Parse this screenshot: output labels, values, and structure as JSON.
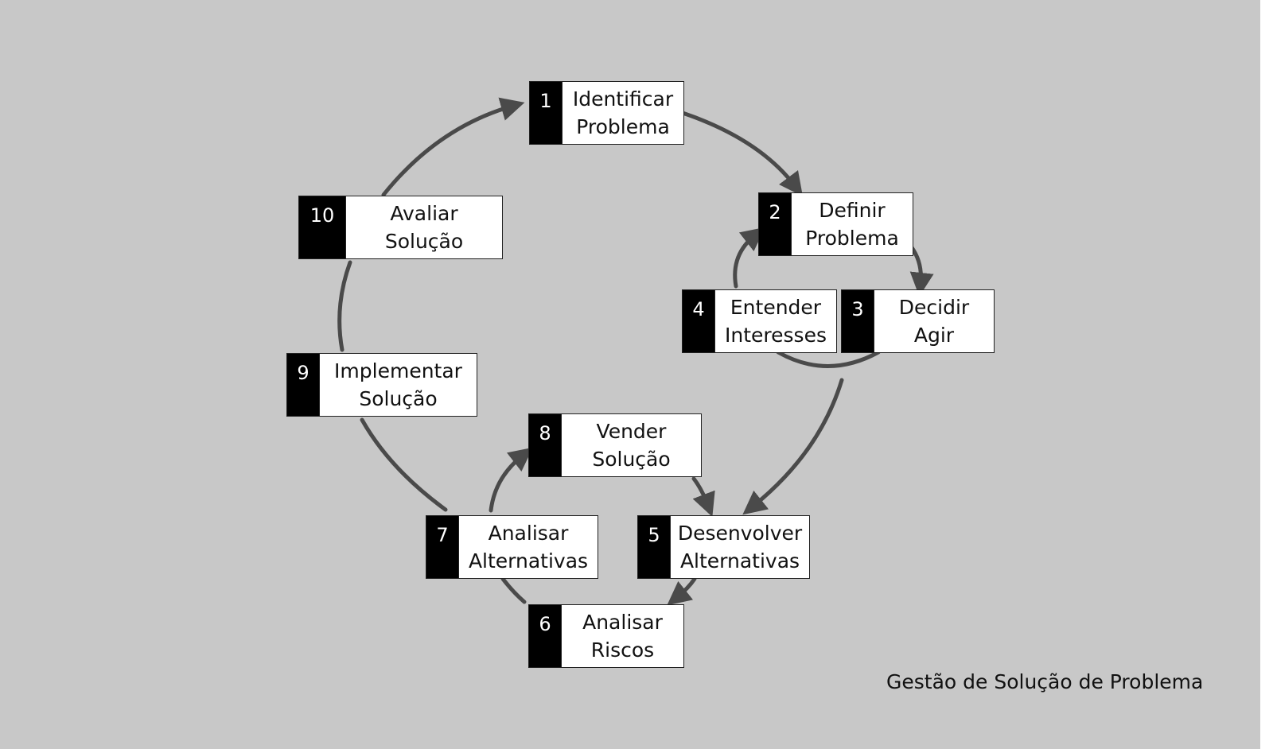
{
  "diagram": {
    "title": "Gestão de Solução de Problema",
    "background_color": "#c8c8c8",
    "arrow_color": "#4a4a4a",
    "steps": [
      {
        "num": "1",
        "line1": "Identificar",
        "line2": "Problema"
      },
      {
        "num": "2",
        "line1": "Definir",
        "line2": "Problema"
      },
      {
        "num": "3",
        "line1": "Decidir",
        "line2": "Agir"
      },
      {
        "num": "4",
        "line1": "Entender",
        "line2": "Interesses"
      },
      {
        "num": "5",
        "line1": "Desenvolver",
        "line2": "Alternativas"
      },
      {
        "num": "6",
        "line1": "Analisar",
        "line2": "Riscos"
      },
      {
        "num": "7",
        "line1": "Analisar",
        "line2": "Alternativas"
      },
      {
        "num": "8",
        "line1": "Vender",
        "line2": "Solução"
      },
      {
        "num": "9",
        "line1": "Implementar",
        "line2": "Solução"
      },
      {
        "num": "10",
        "line1": "Avaliar",
        "line2": "Solução"
      }
    ],
    "connections": [
      {
        "from": "1",
        "to": "2"
      },
      {
        "from": "2",
        "to": "3"
      },
      {
        "from": "3",
        "to": "4"
      },
      {
        "from": "4",
        "to": "2"
      },
      {
        "from": "3",
        "to": "5"
      },
      {
        "from": "8",
        "to": "5"
      },
      {
        "from": "5",
        "to": "6"
      },
      {
        "from": "6",
        "to": "7"
      },
      {
        "from": "7",
        "to": "8"
      },
      {
        "from": "7",
        "to": "9"
      },
      {
        "from": "9",
        "to": "10"
      },
      {
        "from": "10",
        "to": "1"
      }
    ]
  }
}
